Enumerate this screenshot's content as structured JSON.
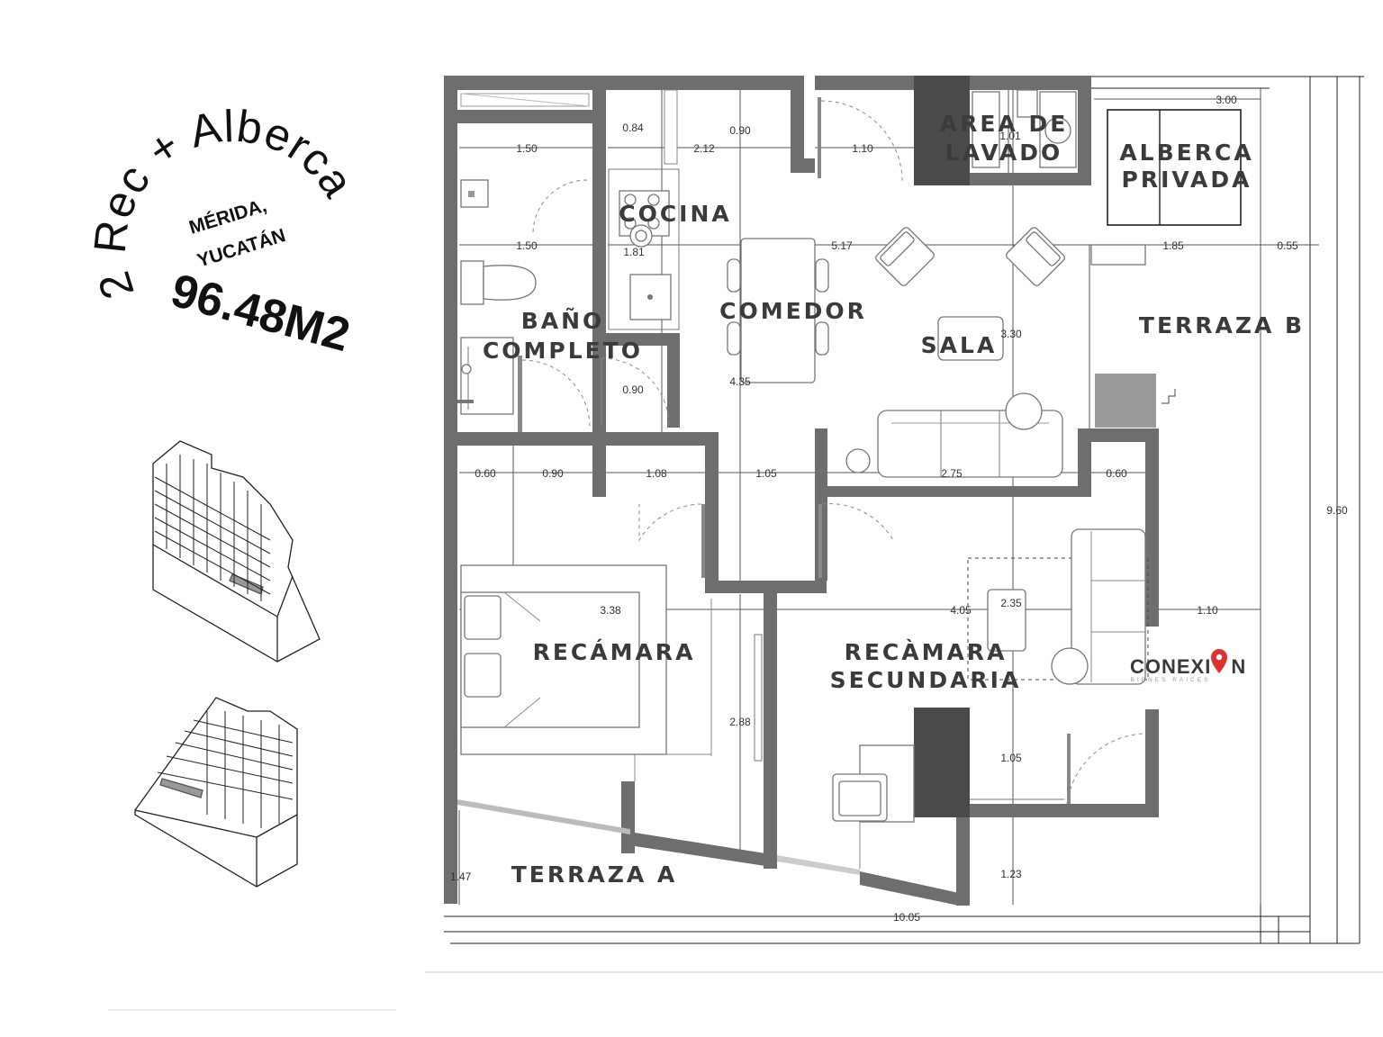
{
  "badge": {
    "line1": "2 Rec + Alberca",
    "location_line1": "MÉRIDA,",
    "location_line2": "YUCATÁN",
    "area": "96.48M2"
  },
  "rooms": {
    "area_de_lavado_1": "AREA DE",
    "area_de_lavado_2": "LAVADO",
    "alberca_1": "ALBERCA",
    "alberca_2": "PRIVADA",
    "cocina": "COCINA",
    "comedor": "COMEDOR",
    "sala": "SALA",
    "terraza_b": "TERRAZA B",
    "bano_1": "BAÑO",
    "bano_2": "COMPLETO",
    "recamara": "RECÁMARA",
    "recamara_sec_1": "RECÀMARA",
    "recamara_sec_2": "SECUNDARIA",
    "terraza_a": "TERRAZA A"
  },
  "dimensions": {
    "d_084": "0.84",
    "d_090_top": "0.90",
    "d_101": "1.01",
    "d_300": "3.00",
    "d_150_a": "1.50",
    "d_212": "2.12",
    "d_110_top": "1.10",
    "d_150_b": "1.50",
    "d_517": "5.17",
    "d_185": "1.85",
    "d_055": "0.55",
    "d_181": "1.81",
    "d_330": "3.30",
    "d_435": "4.35",
    "d_090_mid": "0.90",
    "d_060_a": "0.60",
    "d_090_b": "0.90",
    "d_108": "1.08",
    "d_105_a": "1.05",
    "d_275": "2.75",
    "d_060_b": "0.60",
    "d_960": "9.60",
    "d_338": "3.38",
    "d_405": "4.05",
    "d_235": "2.35",
    "d_110_b": "1.10",
    "d_288": "2.88",
    "d_105_b": "1.05",
    "d_123": "1.23",
    "d_147": "1.47",
    "d_1005": "10.05"
  },
  "brand": {
    "name_part1": "CONEXI",
    "name_part2": "N",
    "tagline": "BIENES RAICES",
    "accent": "#e0312e"
  },
  "icons": [
    "building-isometric-icon",
    "building-isometric-icon",
    "location-pin-icon"
  ]
}
